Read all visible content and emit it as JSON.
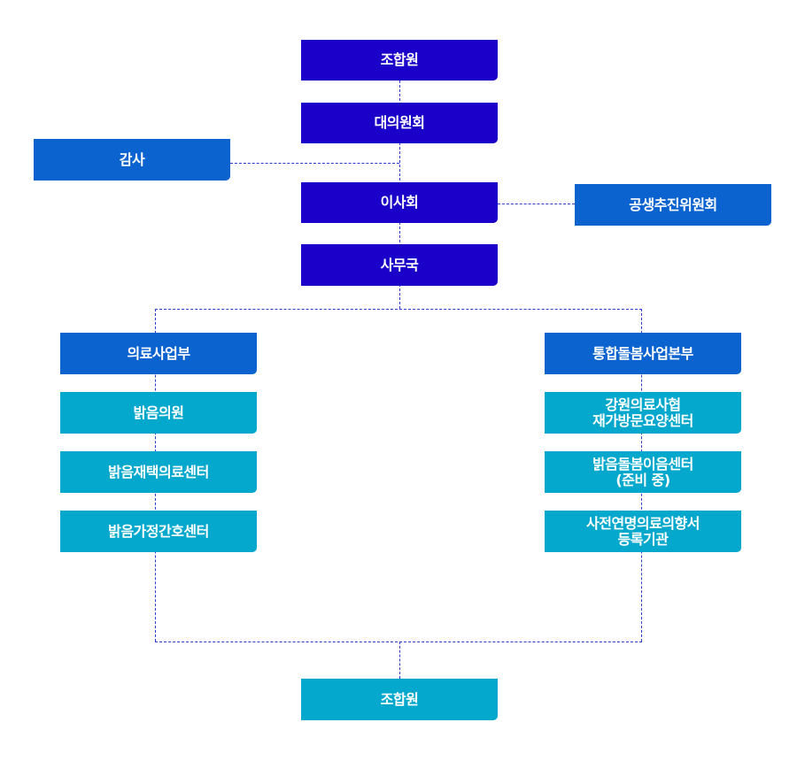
{
  "org_chart": {
    "top_member": "조합원",
    "delegates": "대의원회",
    "auditor": "감사",
    "board": "이사회",
    "promotion_committee": "공생추진위원회",
    "secretariat": "사무국",
    "left_division": {
      "title": "의료사업부",
      "items": [
        "밝음의원",
        "밝음재택의료센터",
        "밝음가정간호센터"
      ]
    },
    "right_division": {
      "title": "통합돌봄사업본부",
      "items": [
        {
          "line1": "강원의료사협",
          "line2": "재가방문요양센터"
        },
        {
          "line1": "밝음돌봄이음센터",
          "line2": "(준비 중)"
        },
        {
          "line1": "사전연명의료의향서",
          "line2": "등록기관"
        }
      ]
    },
    "bottom_member": "조합원"
  },
  "colors": {
    "navy": "#1a00c8",
    "blue": "#0b63cf",
    "cyan": "#04a8cc",
    "connector": "#2a3bd0"
  }
}
